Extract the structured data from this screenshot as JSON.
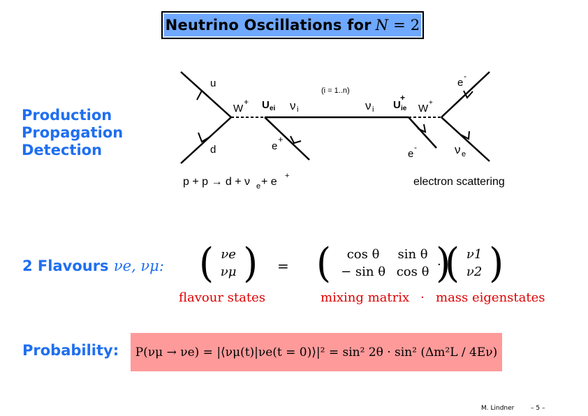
{
  "title": {
    "text": "Neutrino Oscillations for",
    "math_var": "N",
    "math_rest": " = 2"
  },
  "left_labels": {
    "production": "Production",
    "propagation": "Propagation",
    "detection": "Detection"
  },
  "diagram": {
    "u": "u",
    "d": "d",
    "w_plus_left": "W",
    "w_plus_left_sup": "+",
    "u_ei": "U",
    "u_ei_sub": "ei",
    "nu_i_left": "ν",
    "nu_i_left_sub": "i",
    "range": "(i = 1..n)",
    "nu_i_right": "ν",
    "nu_i_right_sub": "i",
    "u_ie": "U",
    "u_ie_sup": "+",
    "u_ie_sub": "ie",
    "w_plus_right": "W",
    "w_plus_right_sup": "+",
    "e_minus_top": "e",
    "e_minus_top_sup": "-",
    "e_plus": "e",
    "e_plus_sup": "+",
    "e_minus_bottom": "e",
    "e_minus_bottom_sup": "-",
    "nu_e": "ν",
    "nu_e_sub": "e",
    "reaction": "p + p → d + ν",
    "reaction_sub": "e",
    "reaction_tail": " + e",
    "reaction_sup": "+",
    "scattering": "electron scattering"
  },
  "flavours": {
    "label": "2 Flavours ",
    "math": "νe, νμ:",
    "lhs": [
      "νe",
      "νμ"
    ],
    "equals": "=",
    "matrix": [
      "cos θ",
      "sin θ",
      "− sin θ",
      "cos θ"
    ],
    "dot": "·",
    "rhs": [
      "ν1",
      "ν2"
    ],
    "flavour_states": "flavour states",
    "mixing_matrix": "mixing matrix",
    "dot2": "·",
    "mass_eigenstates": "mass eigenstates"
  },
  "probability": {
    "label": "Probability:",
    "formula": "P(νμ → νe) = |⟨νμ(t)|νe(t = 0)⟩|² = sin² 2θ · sin² (Δm²L / 4Eν)"
  },
  "footer": {
    "author": "M. Lindner",
    "page": "– 5 –"
  },
  "colors": {
    "accent_blue": "#1f6ff0",
    "title_fill": "#6fa8ff",
    "prob_fill": "#ff9a9a",
    "red_text": "#e00000"
  }
}
